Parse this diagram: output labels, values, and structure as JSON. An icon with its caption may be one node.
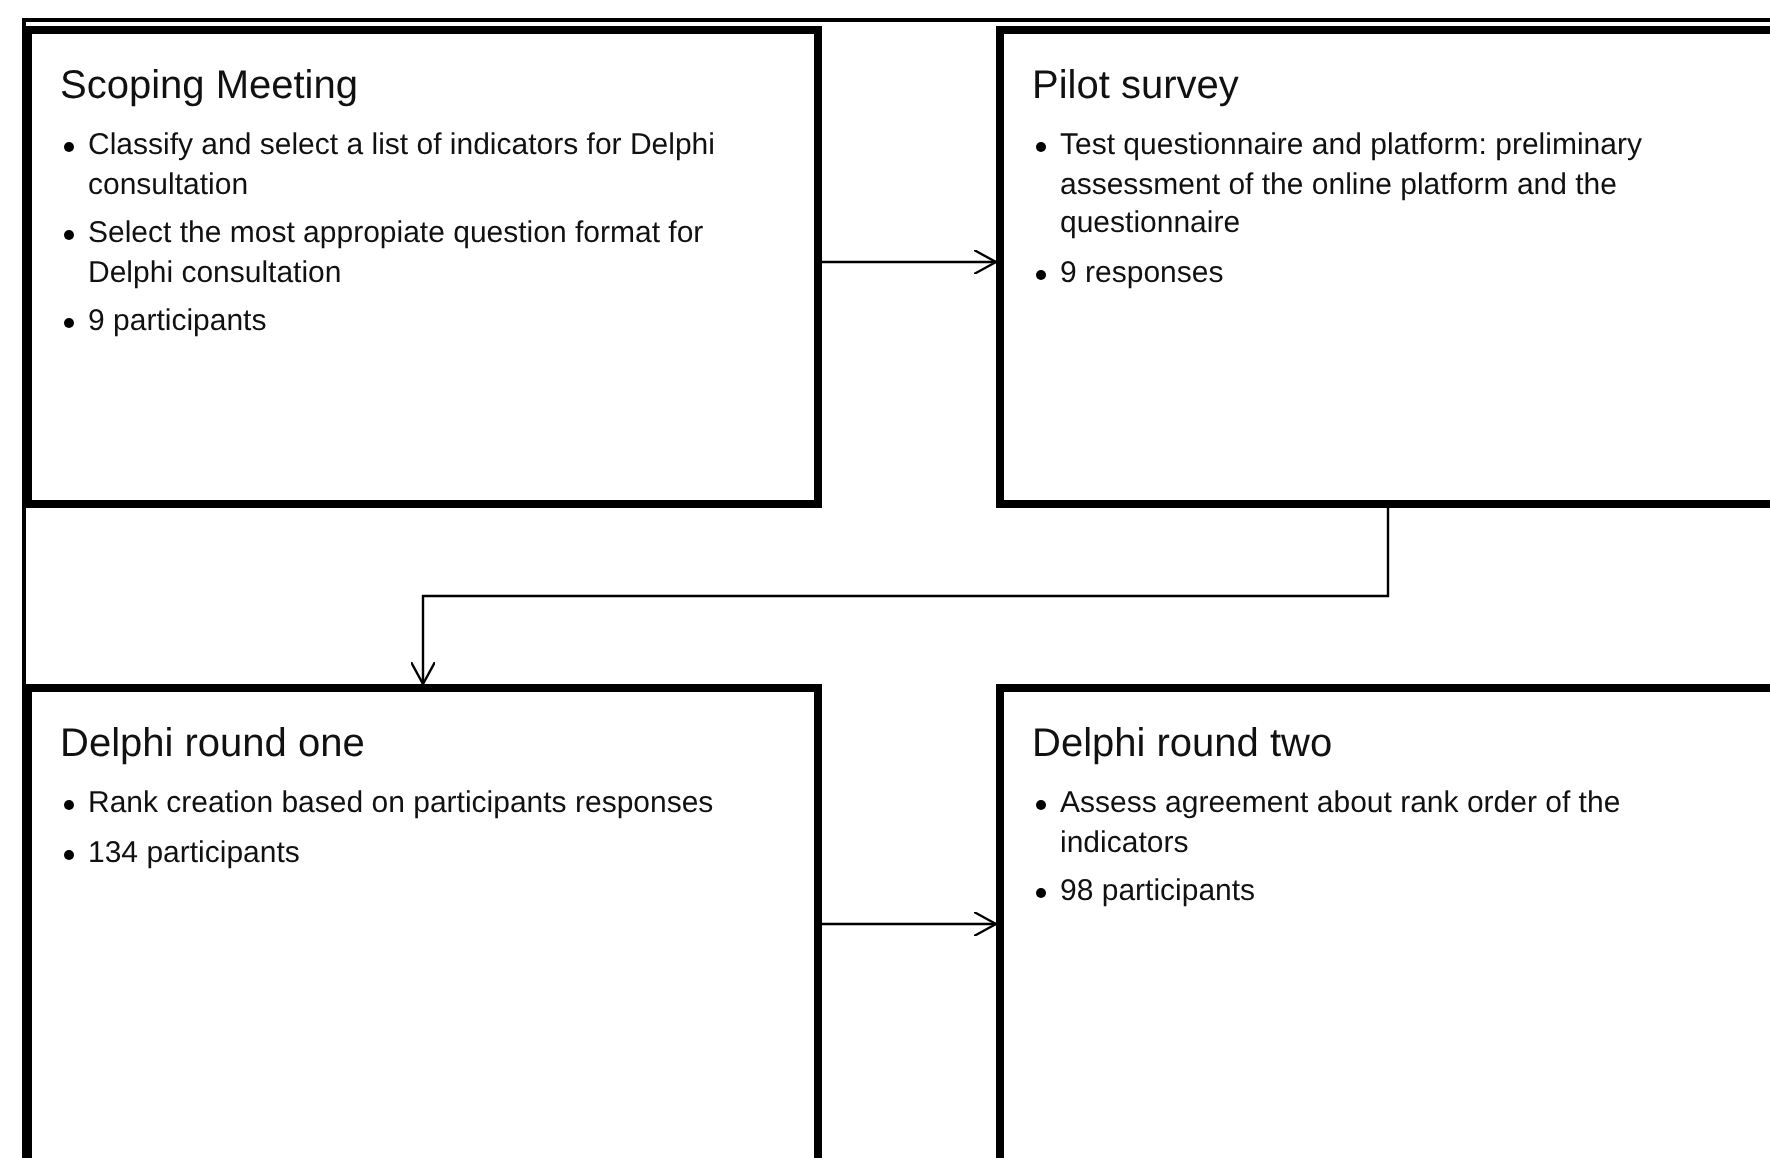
{
  "diagram": {
    "nodes": [
      {
        "text": [
          "Scoping Meeting",
          "Classify and select a list of indicators for Delphi consultation",
          "Select the most appropiate question format for Delphi consultation",
          "9 participants"
        ]
      },
      {
        "text": [
          "Pilot survey",
          "Test questionnaire and platform: preliminary assessment of the online platform and the questionnaire",
          "9 responses"
        ]
      },
      {
        "text": [
          "Delphi round one",
          "Rank creation based on participants responses",
          "134 participants"
        ]
      },
      {
        "text": [
          "Delphi round two",
          "Assess agreement about rank order of the indicators",
          "98 participants"
        ]
      }
    ],
    "edges": [
      {
        "from": 0,
        "to": 1,
        "arrow": "to"
      },
      {
        "from": 1,
        "to": 2,
        "arrow": "to"
      },
      {
        "from": 2,
        "to": 3,
        "arrow": "to"
      }
    ]
  }
}
